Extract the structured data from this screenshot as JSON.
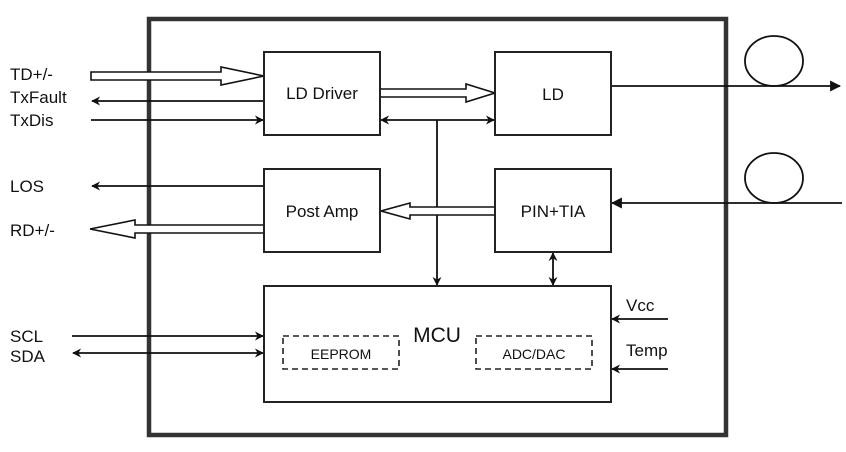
{
  "diagram": {
    "type": "block-diagram",
    "subject": "optical transceiver module",
    "colors": {
      "line": "#111111",
      "enclosure": "#333333",
      "background": "#ffffff"
    },
    "blocks": {
      "ld_driver": "LD Driver",
      "ld": "LD",
      "post_amp": "Post Amp",
      "pin_tia": "PIN+TIA",
      "mcu": "MCU",
      "eeprom": "EEPROM",
      "adc_dac": "ADC/DAC"
    },
    "external_signals": {
      "td": "TD+/-",
      "txfault": "TxFault",
      "txdis": "TxDis",
      "los": "LOS",
      "rd": "RD+/-",
      "scl": "SCL",
      "sda": "SDA",
      "vcc": "Vcc",
      "temp": "Temp"
    },
    "connections": [
      {
        "from": "TD+/-",
        "to": "LD Driver",
        "style": "bus"
      },
      {
        "from": "LD Driver",
        "to": "TxFault",
        "style": "single"
      },
      {
        "from": "TxDis",
        "to": "LD Driver",
        "style": "single"
      },
      {
        "from": "LD Driver",
        "to": "LD",
        "style": "bus"
      },
      {
        "from": "LD Driver",
        "to": "LD",
        "style": "bidirectional"
      },
      {
        "from": "LD",
        "to": "fiber-out",
        "style": "single"
      },
      {
        "from": "fiber-in",
        "to": "PIN+TIA",
        "style": "single"
      },
      {
        "from": "PIN+TIA",
        "to": "Post Amp",
        "style": "bus"
      },
      {
        "from": "Post Amp",
        "to": "LOS",
        "style": "single"
      },
      {
        "from": "Post Amp",
        "to": "RD+/-",
        "style": "bus"
      },
      {
        "from": "LD Driver/LD link",
        "to": "MCU",
        "style": "single"
      },
      {
        "from": "PIN+TIA",
        "to": "MCU",
        "style": "bidirectional"
      },
      {
        "from": "SCL",
        "to": "MCU",
        "style": "single"
      },
      {
        "from": "SDA",
        "to": "MCU",
        "style": "bidirectional"
      },
      {
        "from": "Vcc",
        "to": "MCU",
        "style": "single"
      },
      {
        "from": "Temp",
        "to": "MCU",
        "style": "single"
      }
    ]
  }
}
